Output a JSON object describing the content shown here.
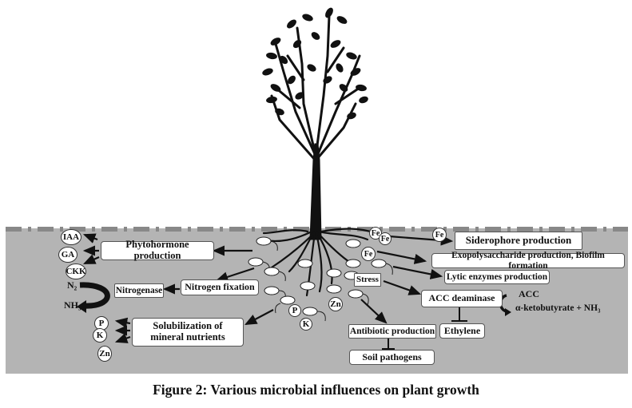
{
  "figure": {
    "caption": "Figure 2: Various microbial influences on plant growth",
    "soil_color": "#b4b4b4",
    "processes": {
      "phytohormone": "Phytohormone production",
      "nitrogen_fixation": "Nitrogen fixation",
      "nitrogenase": "Nitrogenase",
      "solubilization": "Solubilization of mineral nutrients",
      "siderophore": "Siderophore production",
      "exopolysaccharide": "Exopolysaccharide production, Biofilm formation",
      "lytic": "Lytic enzymes production",
      "stress": "Stress",
      "acc_deaminase": "ACC deaminase",
      "antibiotic": "Antibiotic production",
      "ethylene": "Ethylene",
      "soil_pathogens": "Soil pathogens"
    },
    "hormones": [
      "IAA",
      "GA",
      "CKK"
    ],
    "nitrogen": {
      "input": "N₂",
      "output": "NH₃"
    },
    "minerals_left": [
      "P",
      "K",
      "Zn"
    ],
    "minerals_center": [
      "P",
      "K",
      "Zn"
    ],
    "iron": [
      "Fe",
      "Fe",
      "Fe",
      "Fe"
    ],
    "acc_reaction": {
      "substrate": "ACC",
      "products": "α-ketobutyrate + NH₃"
    }
  }
}
